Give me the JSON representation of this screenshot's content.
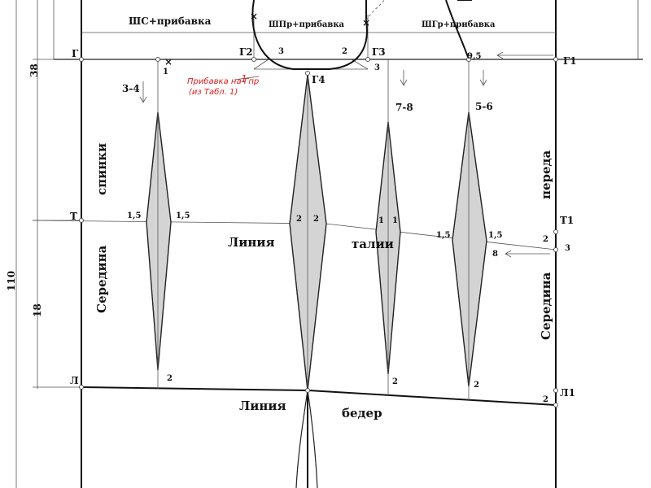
{
  "segments": {
    "back_width": "ШС+прибавка",
    "armhole_width": "ШПр+прибавка",
    "chest_width": "ШГр+прибавка"
  },
  "points": {
    "G": "Г",
    "G1": "Г1",
    "G2": "Г2",
    "G3": "Г3",
    "G4": "Г4",
    "T": "Т",
    "T1": "Т1",
    "L": "Л",
    "L1": "Л1"
  },
  "measures": {
    "chest_depth": "38",
    "hip_depth": "18",
    "length": "110",
    "back_dart_shift": "3-4",
    "back_dart_n": "1",
    "armhole_left": "3",
    "armhole_right": "2",
    "g3_side": "3",
    "front_dart_shift_1": "7-8",
    "front_dart_shift_2": "5-6",
    "chest_n": "9,5",
    "t_back_left": "1,5",
    "t_back_right": "1,5",
    "t_side_left": "2",
    "t_side_right": "2",
    "t_front_left": "1",
    "t_front_right": "1",
    "t_front2_left": "1,5",
    "t_front2_right": "1,5",
    "t1_down": "2",
    "t1_drop": "3",
    "dart_8": "8",
    "hip_back": "2",
    "hip_front1": "2",
    "hip_front2": "2",
    "hip_l1": "2"
  },
  "annotation": {
    "n": "1",
    "line1": "Прибавка на Гпр",
    "line2": "(из Табл. 1)"
  },
  "labels": {
    "back_center_1": "спинки",
    "back_center_2": "Середина",
    "front_center_1": "переда",
    "front_center_2": "Середина",
    "waist_1": "Линия",
    "waist_2": "талии",
    "hip_1": "Линия",
    "hip_2": "бедер"
  },
  "colors": {
    "dart_fill": "#d4d4d4",
    "annotation": "#e02020"
  }
}
